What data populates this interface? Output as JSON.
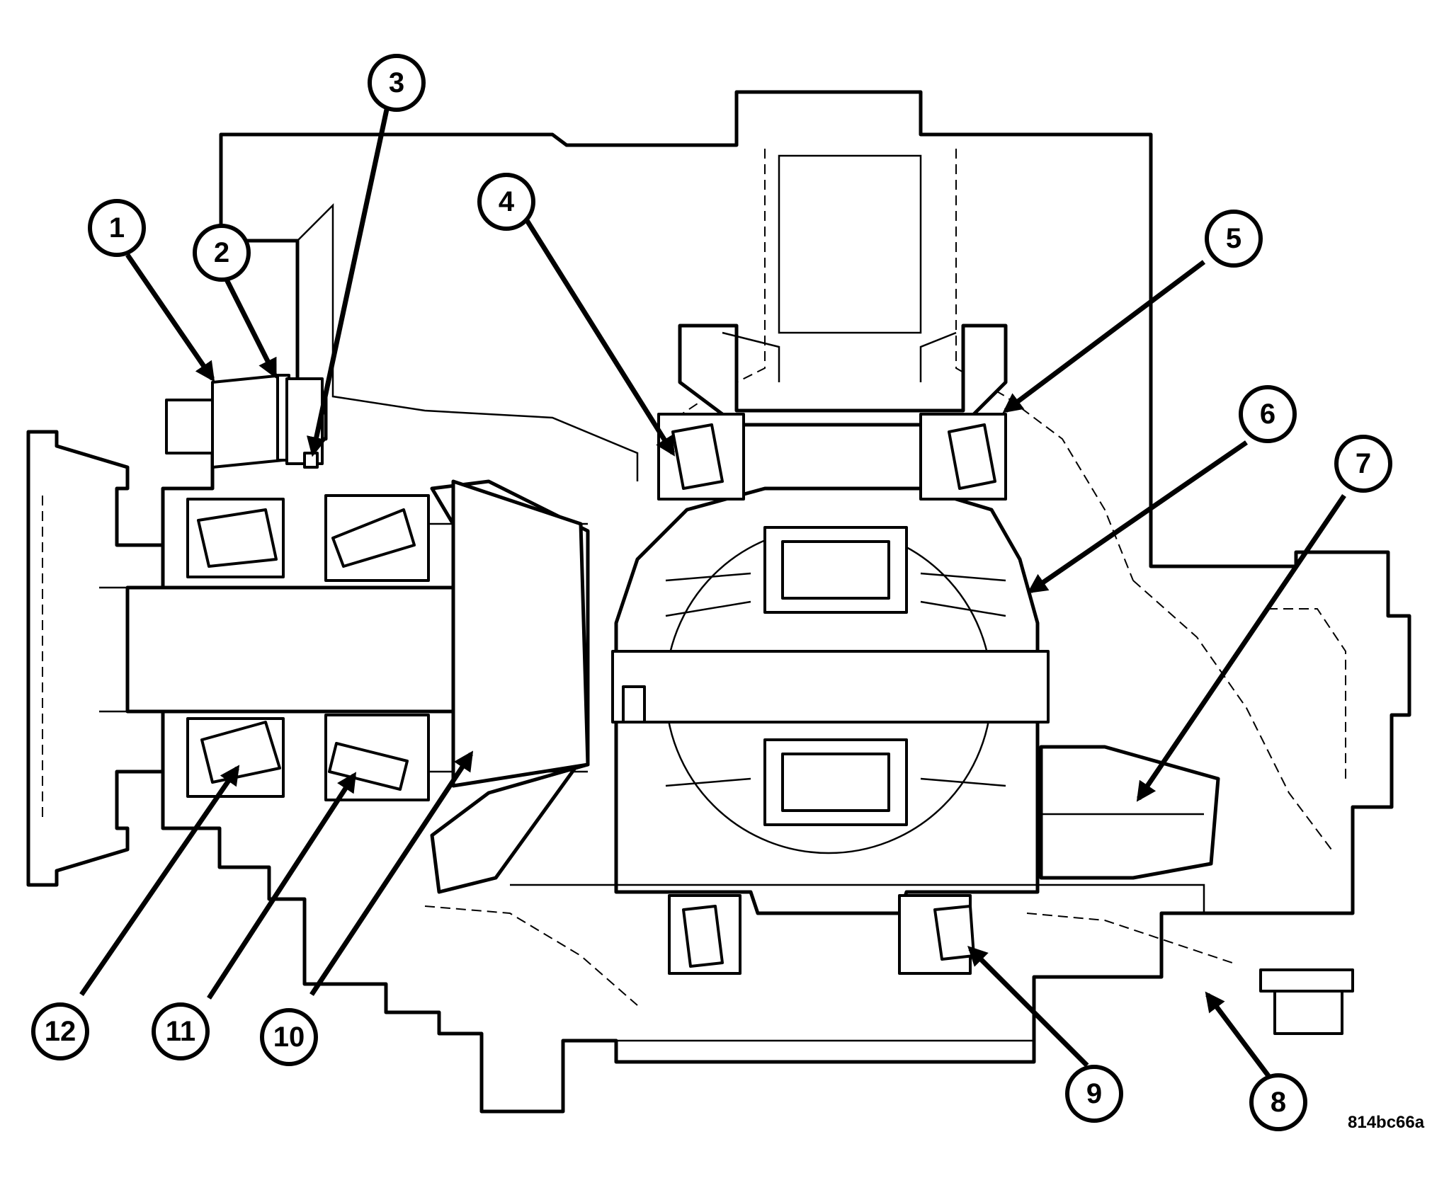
{
  "callouts": [
    {
      "label": "1"
    },
    {
      "label": "2"
    },
    {
      "label": "3"
    },
    {
      "label": "4"
    },
    {
      "label": "5"
    },
    {
      "label": "6"
    },
    {
      "label": "7"
    },
    {
      "label": "8"
    },
    {
      "label": "9"
    },
    {
      "label": "10"
    },
    {
      "label": "11"
    },
    {
      "label": "12"
    }
  ],
  "figure_id": "814bc66a"
}
